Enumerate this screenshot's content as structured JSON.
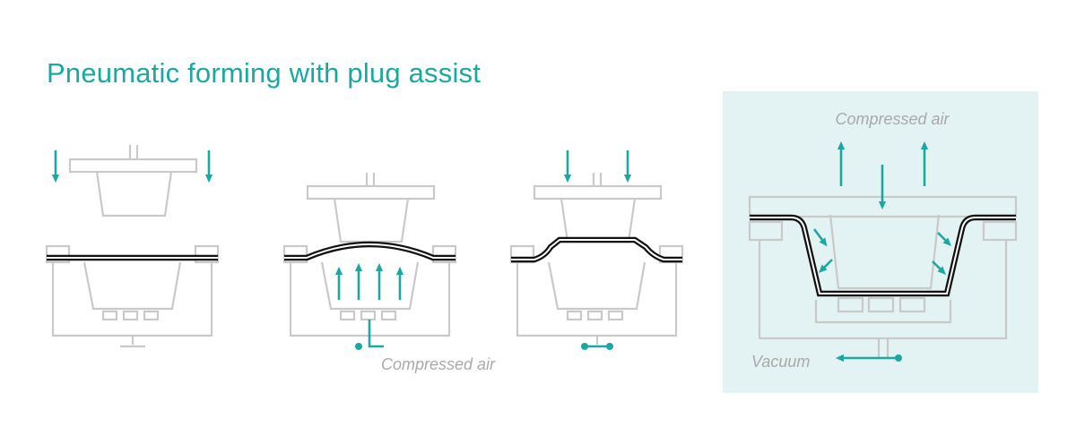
{
  "title": "Pneumatic forming with plug assist",
  "labels": {
    "compressed_air_stage2": "Compressed air",
    "compressed_air_stage4": "Compressed air",
    "vacuum_stage4": "Vacuum"
  },
  "colors": {
    "accent": "#1aa8a1",
    "machine_outline": "#c9c9c9",
    "sheet": "#111111",
    "highlight_panel": "#e3f2f2",
    "label_text": "#a9a9a9"
  }
}
